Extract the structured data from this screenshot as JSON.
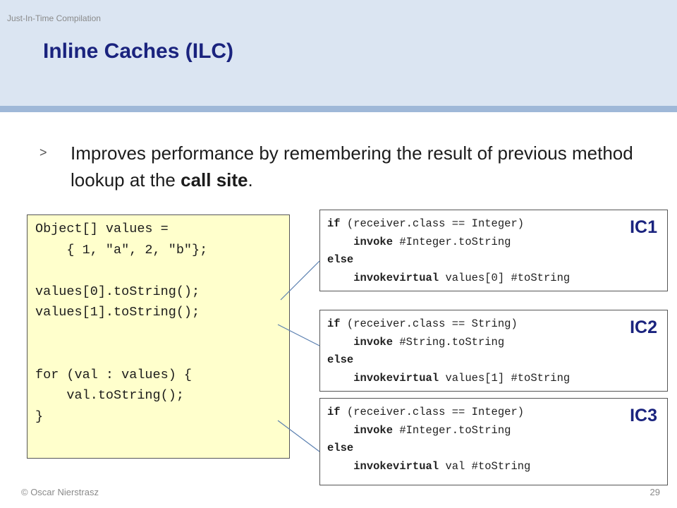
{
  "header": {
    "section": "Just-In-Time Compilation",
    "title": "Inline Caches (ILC)"
  },
  "bullet": {
    "marker": ">",
    "text_before": "Improves performance by remembering the result of previous method lookup at the ",
    "bold_text": "call site",
    "text_after": "."
  },
  "source_code": {
    "lines": [
      "Object[] values =",
      "    { 1, \"a\", 2, \"b\"};",
      "",
      "values[0].toString();",
      "values[1].toString();",
      "",
      "",
      "for (val : values) {",
      "    val.toString();",
      "}"
    ]
  },
  "caches": [
    {
      "label": "IC1",
      "if_keyword": "if",
      "condition": " (receiver.class == Integer)",
      "invoke_keyword": "invoke",
      "invoke_target": " #Integer.toString",
      "else_keyword": "else",
      "fallback_keyword": "invokevirtual",
      "fallback_target": " values[0] #toString"
    },
    {
      "label": "IC2",
      "if_keyword": "if",
      "condition": " (receiver.class == String)",
      "invoke_keyword": "invoke",
      "invoke_target": " #String.toString",
      "else_keyword": "else",
      "fallback_keyword": "invokevirtual",
      "fallback_target": " values[1] #toString"
    },
    {
      "label": "IC3",
      "if_keyword": "if",
      "condition": " (receiver.class == Integer)",
      "invoke_keyword": "invoke",
      "invoke_target": " #Integer.toString",
      "else_keyword": "else",
      "fallback_keyword": "invokevirtual",
      "fallback_target": " val #toString"
    }
  ],
  "footer": {
    "author": "© Oscar Nierstrasz",
    "page_number": "29"
  },
  "colors": {
    "title": "#1a237e",
    "header_band": "#dbe5f2",
    "header_rule": "#9fb8d8",
    "code_box_background": "#ffffcc",
    "connector": "#5a7fb0"
  }
}
